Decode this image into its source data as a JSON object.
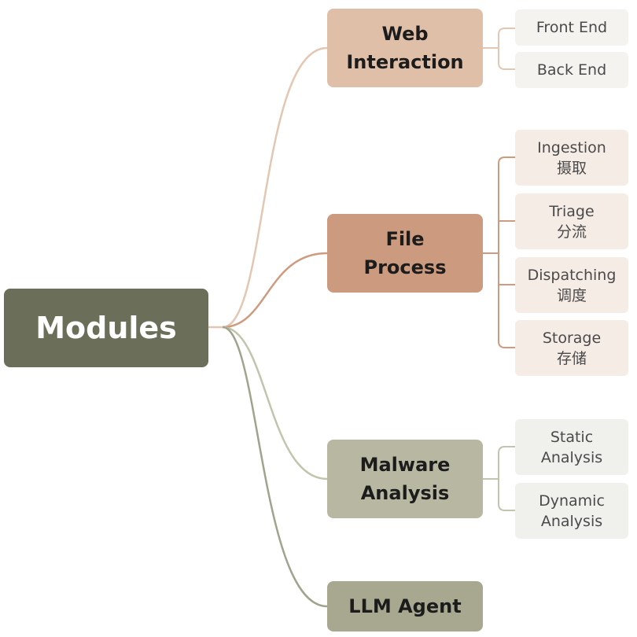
{
  "root": {
    "label": "Modules"
  },
  "branches": [
    {
      "label_line1": "Web",
      "label_line2": "Interaction",
      "children": [
        {
          "line1": "Front End"
        },
        {
          "line1": "Back End"
        }
      ]
    },
    {
      "label_line1": "File",
      "label_line2": "Process",
      "children": [
        {
          "line1": "Ingestion",
          "line2": "摄取"
        },
        {
          "line1": "Triage",
          "line2": "分流"
        },
        {
          "line1": "Dispatching",
          "line2": "调度"
        },
        {
          "line1": "Storage",
          "line2": "存储"
        }
      ]
    },
    {
      "label_line1": "Malware",
      "label_line2": "Analysis",
      "children": [
        {
          "line1": "Static",
          "line2": "Analysis"
        },
        {
          "line1": "Dynamic",
          "line2": "Analysis"
        }
      ]
    },
    {
      "label_line1": "LLM Agent"
    }
  ],
  "colors": {
    "root": "#6b6e59",
    "web": "#dfbfa8",
    "file": "#cc9a7e",
    "malware": "#b8b8a2",
    "llm": "#a8a891",
    "link_web": "#e3c7b2",
    "link_file": "#cf9b80",
    "link_malware": "#c2c4ad",
    "link_llm": "#9fa58d"
  }
}
